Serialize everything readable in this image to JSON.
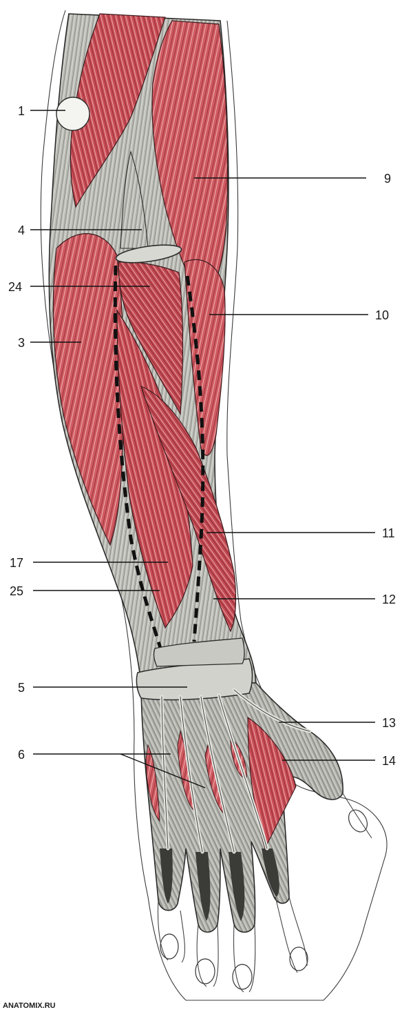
{
  "labels": {
    "l1": "1",
    "l4": "4",
    "l24": "24",
    "l3": "3",
    "l17": "17",
    "l25": "25",
    "l5": "5",
    "l6": "6",
    "l9": "9",
    "l10": "10",
    "l11": "11",
    "l12": "12",
    "l13": "13",
    "l14": "14"
  },
  "credit": "ANATOMIX.RU",
  "colors": {
    "muscle": "#c9525a",
    "muscle_dark": "#9e2f38",
    "tendon": "#b9b9b3",
    "tendon_dark": "#6d6d68",
    "outline": "#2a2a2a"
  }
}
